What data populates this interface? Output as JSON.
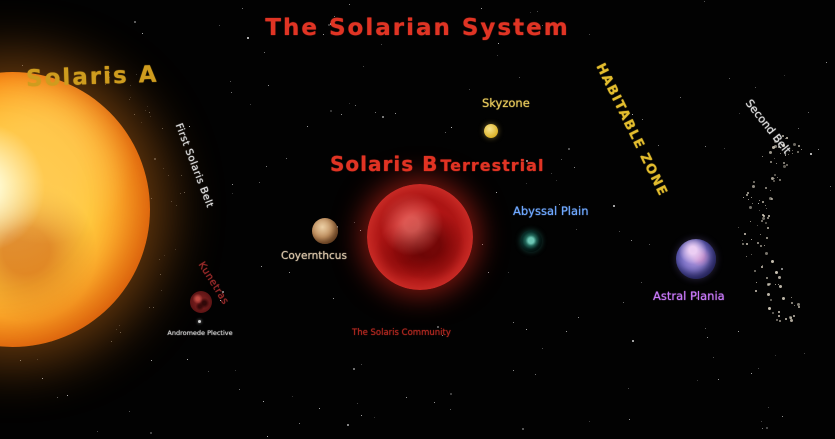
{
  "title": "The Solarian System",
  "sun": {
    "label": "Solaris A"
  },
  "belts": {
    "first_belt_label": "First Solaris Belt",
    "second_belt_label": "Second Belt"
  },
  "zones": {
    "habitable_zone_label": "HABITABLE ZONE",
    "skyzone_label": "Skyzone",
    "abyssal_plain_label": "Abyssal Plain"
  },
  "planets": {
    "solaris_b_label": "Solaris B",
    "terrestrial_label": "Terrestrial",
    "coyernthcus_label": "Coyernthcus",
    "kunetras_label": "Kunetras",
    "astral_plania_label": "Astral Plania",
    "andromede_label": "Andromede Plective"
  },
  "footer": {
    "community_label": "The Solaris Community"
  },
  "colors": {
    "title_red": "#e03424",
    "solaris_a_gold": "#cf9c1e",
    "habitable_yellow": "#e2bc2e",
    "skyzone_yellow": "#e5c75a",
    "abyssal_blue": "#6fa8ff",
    "astral_violet": "#c878f8",
    "kunetras_red": "#9c2b2b",
    "label_white": "#dddddd",
    "planet_red": "#c81d1d",
    "sun_orange": "#ff9a1e",
    "background_black": "#020202"
  }
}
